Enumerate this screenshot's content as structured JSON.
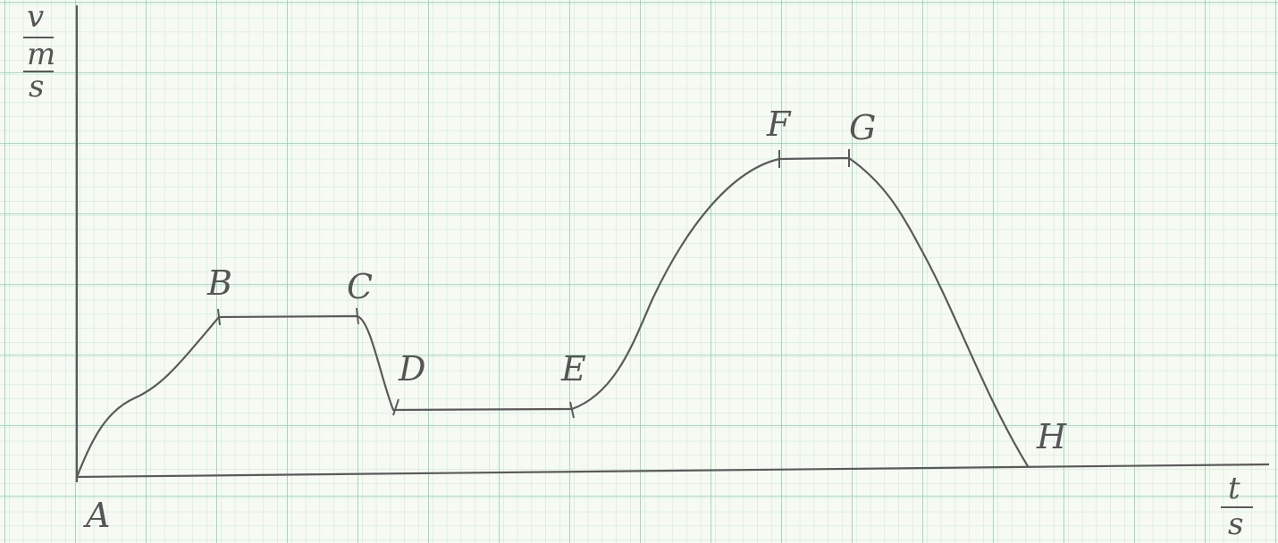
{
  "diagram": {
    "axis_labels": {
      "y_numerator": "v",
      "y_denominator_top": "m",
      "y_denominator_bottom": "s",
      "x_numerator": "t",
      "x_denominator": "s"
    },
    "points": [
      {
        "id": "A",
        "label": "A"
      },
      {
        "id": "B",
        "label": "B"
      },
      {
        "id": "C",
        "label": "C"
      },
      {
        "id": "D",
        "label": "D"
      },
      {
        "id": "E",
        "label": "E"
      },
      {
        "id": "F",
        "label": "F"
      },
      {
        "id": "G",
        "label": "G"
      },
      {
        "id": "H",
        "label": "H"
      }
    ],
    "colors": {
      "paper": "#f6faf3",
      "grid_minor": "#bfe3cf",
      "grid_major": "#8fcfae",
      "pencil": "#5a5a5a"
    }
  }
}
